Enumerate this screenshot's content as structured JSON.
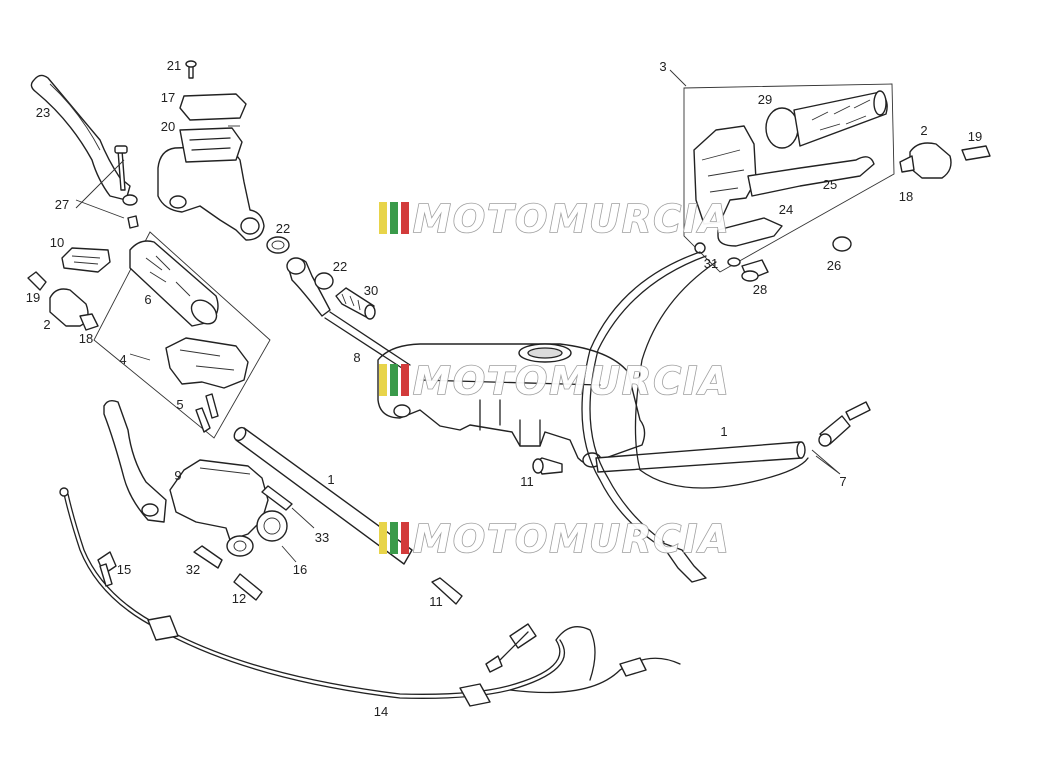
{
  "watermark": {
    "text": "MOTOMURCIA",
    "stripe_colors": [
      "#e8d44a",
      "#3a9a4a",
      "#d23b3b"
    ]
  },
  "labels": {
    "l21": "21",
    "l17": "17",
    "l20": "20",
    "l23": "23",
    "l27": "27",
    "l22a": "22",
    "l22b": "22",
    "l30": "30",
    "l8": "8",
    "l10": "10",
    "l6": "6",
    "l19a": "19",
    "l2a": "2",
    "l18a": "18",
    "l4": "4",
    "l5": "5",
    "l9": "9",
    "l33": "33",
    "l16": "16",
    "l32": "32",
    "l12": "12",
    "l15": "15",
    "l14": "14",
    "l1a": "1",
    "l1b": "1",
    "l11a": "11",
    "l11b": "11",
    "l3": "3",
    "l29": "29",
    "l2b": "2",
    "l19b": "19",
    "l18b": "18",
    "l25": "25",
    "l24": "24",
    "l31": "31",
    "l28": "28",
    "l26": "26",
    "l7": "7"
  }
}
